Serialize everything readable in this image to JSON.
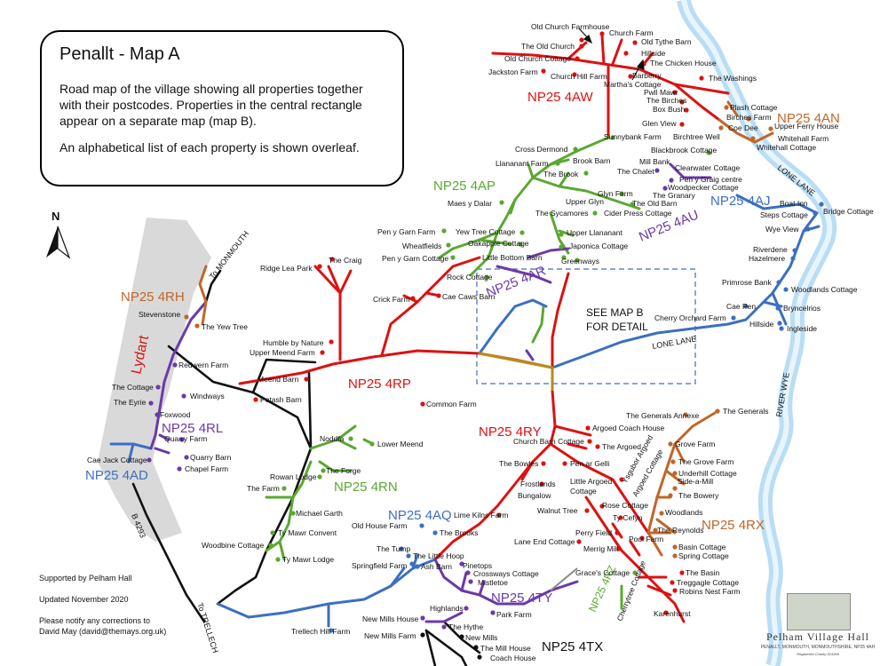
{
  "intro": {
    "title": "Penallt - Map A",
    "line1": "Road map of the village showing all properties together with their postcodes. Properties in the central rectangle appear on a separate map (map B).",
    "line2": "An alphabetical list of each property is shown overleaf."
  },
  "footer": {
    "supported": "Supported by Pelham Hall",
    "updated": "Updated November 2020",
    "notify1": "Please notify any corrections to",
    "notify2": "David May (david@themays.org.uk)"
  },
  "logo": {
    "title": "Pelham Village Hall",
    "address": "PENALLT, MONMOUTH, MONMOUTHSHIRE, NP25 4AH",
    "charity": "Registered Charity 524369"
  },
  "north": "N",
  "see_map": [
    "SEE MAP B",
    "FOR DETAIL"
  ],
  "postcodes": [
    {
      "text": "NP25 4AW",
      "color": "#dd1111"
    },
    {
      "text": "NP25 4AN",
      "color": "#c0662a"
    },
    {
      "text": "NP25 4AP",
      "color": "#5aa832"
    },
    {
      "text": "NP25 4AJ",
      "color": "#3b6fc2"
    },
    {
      "text": "NP25 4AU",
      "color": "#6a3aa8"
    },
    {
      "text": "NP25 4AR",
      "color": "#6a3aa8"
    },
    {
      "text": "NP25 4RH",
      "color": "#c0662a"
    },
    {
      "text": "NP25 4RP",
      "color": "#dd1111"
    },
    {
      "text": "NP25 4RY",
      "color": "#dd1111"
    },
    {
      "text": "NP25 4RL",
      "color": "#6a3aa8"
    },
    {
      "text": "NP25 4AD",
      "color": "#3b6fc2"
    },
    {
      "text": "NP25 4RN",
      "color": "#5aa832"
    },
    {
      "text": "NP25 4AQ",
      "color": "#3b6fc2"
    },
    {
      "text": "NP25 4RX",
      "color": "#c0662a"
    },
    {
      "text": "NP25 4RZ",
      "color": "#5aa832"
    },
    {
      "text": "NP25 4TY",
      "color": "#6a3aa8"
    },
    {
      "text": "NP25 4TX",
      "color": "#111111"
    }
  ],
  "road_labels": [
    "LONE LANE",
    "LONE LANE",
    "RIVER WYE",
    "To MONMOUTH",
    "To TRELLECH",
    "B 4293",
    "Lydart"
  ],
  "properties": [
    "Old Church Farmhouse",
    "Church Farm",
    "The Old Church",
    "Old Tythe Barn",
    "Hillside",
    "Old Church Cottage",
    "The Chicken House",
    "Jackston Farm",
    "Church Hill Farm",
    "Barberry",
    "Martha's Cottage",
    "The Washings",
    "Pwll Mawr",
    "The Birches",
    "Box Bush",
    "Plash Cottage",
    "Birches Farm",
    "Glen View",
    "Coe Dee",
    "Upper Ferry House",
    "Birchtree Well",
    "Whitehall Farm",
    "Whitehall Cottage",
    "Sunnybank Farm",
    "Cross Dermond",
    "Blackbrook Cottage",
    "Llananant Farm",
    "Brook Barn",
    "Mill Bank",
    "Clearwater Cottage",
    "The Chalet",
    "The Brook",
    "Pen y Graig centre",
    "Woodpecker Cottage",
    "Glyn Farm",
    "The Granary",
    "Maes y Dalar",
    "Upper Glyn",
    "The Old Barn",
    "Boat Inn",
    "The Sycamores",
    "Cider Press Cottage",
    "Steps Cottage",
    "Bridge Cottage",
    "Pen y Garn Farm",
    "Yew Tree Cottage",
    "Upper Llananant",
    "Wye View",
    "Wheatfields",
    "Oakapple Cottage",
    "Japonica Cottage",
    "Riverdene",
    "Pen y Garn Cottage",
    "Little Bottom Barn",
    "Hazelmere",
    "Greenways",
    "Ridge Lea Park",
    "The Craig",
    "Rock Cottage",
    "Primrose Bank",
    "Woodlands Cottage",
    "Crick Farm",
    "Cae Caws Barn",
    "Cae Pen",
    "Bryncelrios",
    "Cherry Orchard Farm",
    "Hillside",
    "Ingleside",
    "Stevenstone",
    "The Yew Tree",
    "Humble by Nature",
    "Upper Meend Farm",
    "Redwern Farm",
    "Meend Barn",
    "The Cottage",
    "Potash Barn",
    "Common Farm",
    "Windways",
    "The Eyrie",
    "Foxwood",
    "The Generals Annexe",
    "The Generals",
    "Argoed Coach House",
    "Church Barn Cottage",
    "The Argoed",
    "Grove Farm",
    "Quarry Farm",
    "Noddfa",
    "Lower Meend",
    "Ysgubor Argoed",
    "Quarry Barn",
    "Cae Jack Cottage",
    "Chapel Farm",
    "The Bowles",
    "Pen ar Gelli",
    "Argoed Cottage",
    "The Grove Farm",
    "Rowan Lodge",
    "The Forge",
    "Frostlands",
    "Little Argoed",
    "Underhill Cottage",
    "The Farm",
    "Bungalow",
    "Cottage",
    "Side-a-Mill",
    "The Bowery",
    "Rose Cottage",
    "Walnut Tree",
    "Woodlands",
    "Michael Garth",
    "Lime Kilns Farm",
    "Ty Cefyn",
    "Old House Farm",
    "The Brooks",
    "The Reynolds",
    "Ty Mawr Convent",
    "Perry Field",
    "Pool Farm",
    "Basin Cottage",
    "Woodbine Cottage",
    "Lane End Cottage",
    "Spring Cottage",
    "The Tump",
    "Merrig Mill",
    "The Little Hoop",
    "Ty Mawr Lodge",
    "Springfield Farm",
    "Ash Barn",
    "The Basin",
    "Pinetops",
    "Grace's Cottage",
    "Crossways Cottage",
    "Treggagle Cottage",
    "Mistletoe",
    "Cherrytree Cottage",
    "Robins Nest Farm",
    "Park Farm",
    "Highlands",
    "Karenhurst",
    "New Mills House",
    "Trellech Hill Farm",
    "The Hythe",
    "New Mills Farm",
    "New Mills",
    "The Mill House",
    "Coach House"
  ]
}
